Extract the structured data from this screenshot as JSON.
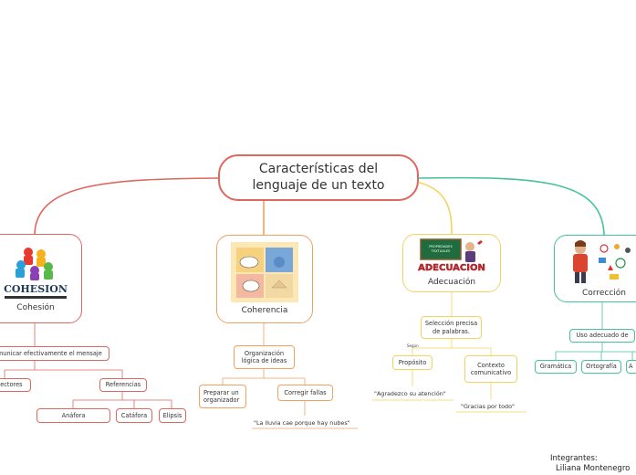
{
  "root": {
    "title_line1": "Características del",
    "title_line2": "lenguaje de un texto"
  },
  "colors": {
    "cohesion": "#e0675f",
    "coherencia": "#f0a263",
    "adecuacion": "#f3d35e",
    "correccion": "#46c29a"
  },
  "cohesion": {
    "label": "Cohesión",
    "image_text": "COHESION",
    "main_idea": "Comunicar efectivamente el mensaje",
    "conectores": "Conectores",
    "referencias": "Referencias",
    "anafora": "Anáfora",
    "catafora": "Catáfora",
    "elipsis": "Elipsis"
  },
  "coherencia": {
    "label": "Coherencia",
    "organizacion_line1": "Organización",
    "organizacion_line2": "lógica de ideas",
    "preparar_line1": "Preparar un",
    "preparar_line2": "organizador",
    "corregir": "Corregir fallas",
    "ejemplo": "\"La lluvia cae porque hay nubes\""
  },
  "adecuacion": {
    "label": "Adecuación",
    "image_text": "ADECUACION",
    "board_line1": "PROPIEDADES",
    "board_line2": "TEXTUALES",
    "seleccion_line1": "Selección precisa",
    "seleccion_line2": "de palabras.",
    "tiny_label": "Según",
    "proposito": "Propósito",
    "contexto_line1": "Contexto",
    "contexto_line2": "comunicativo",
    "ejemplo1": "\"Agradezco su atención\"",
    "ejemplo2": "\"Gracias por todo\""
  },
  "correccion": {
    "label": "Corrección",
    "uso": "Uso adecuado de",
    "gramatica": "Gramática",
    "ortografia": "Ortografía",
    "a": "A"
  },
  "credits": {
    "heading": "Integrantes:",
    "member1": "Liliana Montenegro"
  }
}
